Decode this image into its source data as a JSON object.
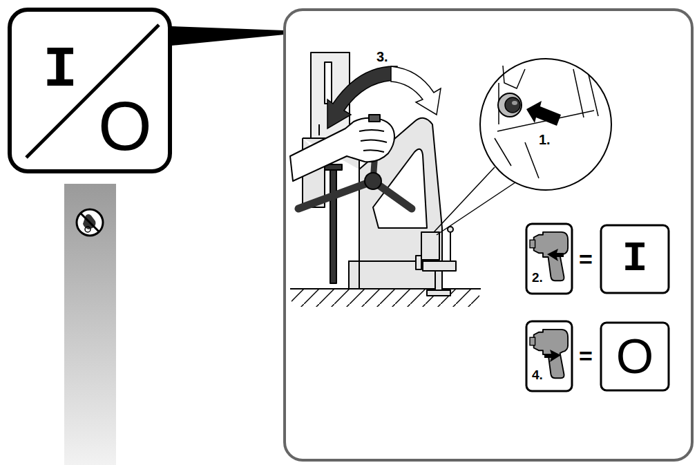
{
  "diagram": {
    "nodes": [
      {
        "text": [
          "I",
          "O"
        ]
      },
      {
        "text": [
          "2."
        ]
      },
      {
        "text": [
          "I"
        ]
      },
      {
        "text": [
          "4."
        ]
      },
      {
        "text": [
          "O"
        ]
      }
    ],
    "labels": [
      "3.",
      "1.",
      "=",
      "="
    ]
  }
}
